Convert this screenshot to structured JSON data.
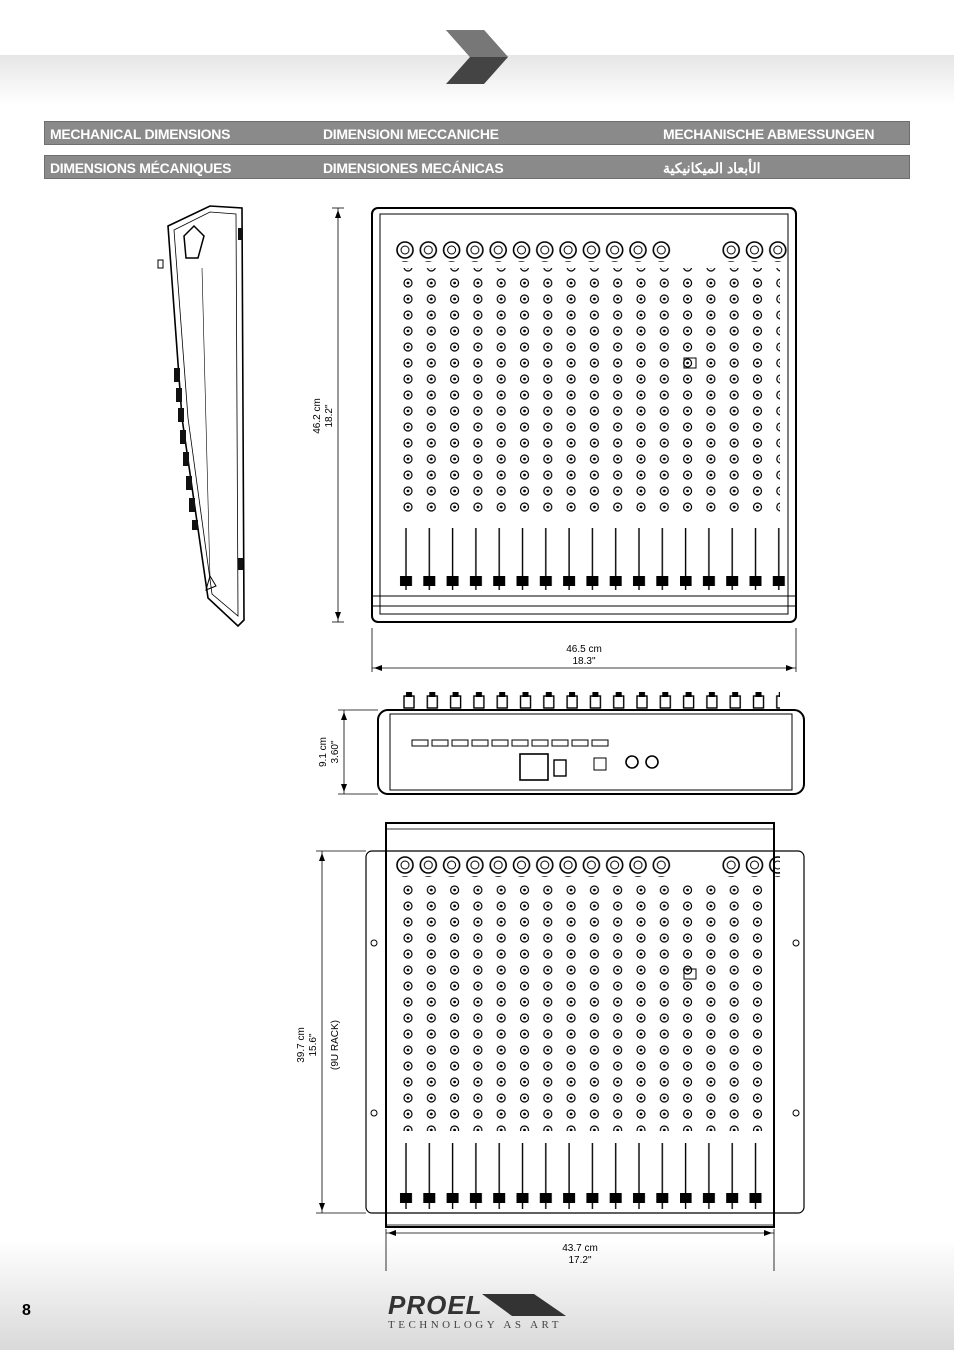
{
  "headers": {
    "row1": [
      "MECHANICAL DIMENSIONS",
      "DIMENSIONI MECCANICHE",
      "MECHANISCHE ABMESSUNGEN"
    ],
    "row2": [
      "DIMENSIONS MÉCANIQUES",
      "DIMENSIONES MECÁNICAS",
      "الأبعاد الميكانيكية"
    ]
  },
  "top_view": {
    "depth_cm": "46.2 cm",
    "depth_in": "18.2\"",
    "width_cm": "46.5 cm",
    "width_in": "18.3\""
  },
  "rear_view": {
    "height_cm": "9.1 cm",
    "height_in": "3.60\""
  },
  "rack_view": {
    "depth_cm": "39.7 cm",
    "depth_in": "15.6\"",
    "rack_units": "(9U RACK)",
    "width_cm": "43.7 cm",
    "width_in": "17.2\""
  },
  "footer": {
    "page_number": "8",
    "brand": "PROEL",
    "tagline": "TECHNOLOGY AS ART"
  }
}
